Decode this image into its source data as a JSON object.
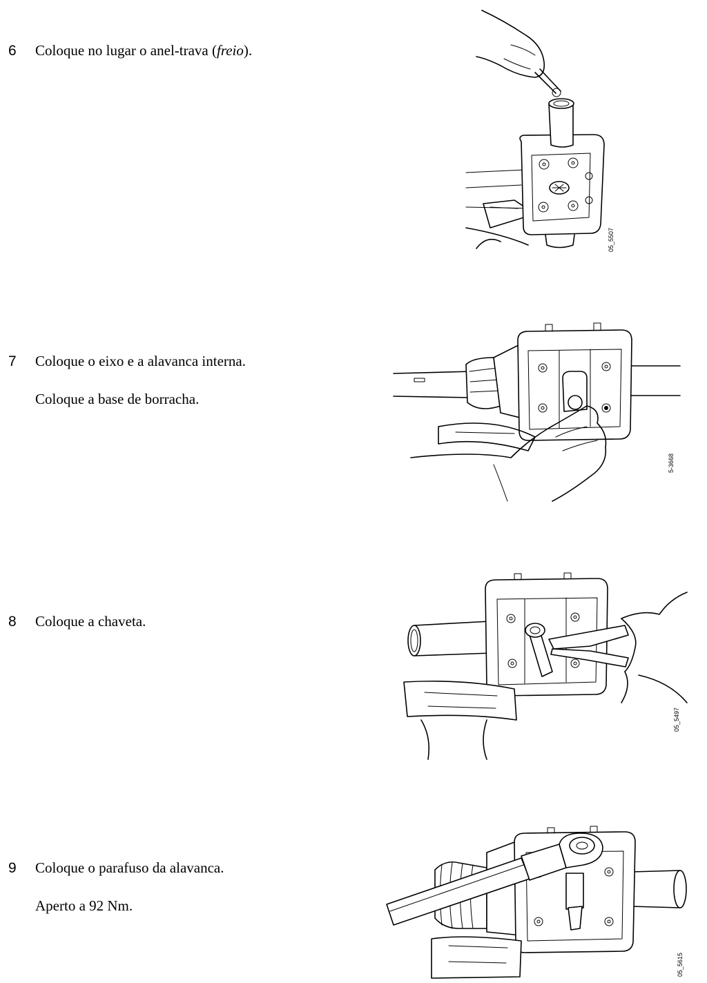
{
  "steps": [
    {
      "number": "6",
      "text_before": "Coloque no lugar o anel-trava (",
      "text_italic": "freio",
      "text_after": ").",
      "figure_code": "05_5507",
      "figure_icon": "snap-ring-installation-illustration"
    },
    {
      "number": "7",
      "line1": "Coloque o eixo e a alavanca interna.",
      "line2": "Coloque a base de borracha.",
      "figure_code": "5-3668",
      "figure_icon": "shaft-lever-installation-illustration"
    },
    {
      "number": "8",
      "line1": "Coloque a chaveta.",
      "figure_code": "05_5497",
      "figure_icon": "key-pliers-installation-illustration"
    },
    {
      "number": "9",
      "line1": "Coloque o parafuso da alavanca.",
      "line2": "Aperto a 92 Nm.",
      "figure_code": "05_5615",
      "figure_icon": "torque-wrench-tightening-illustration"
    }
  ]
}
